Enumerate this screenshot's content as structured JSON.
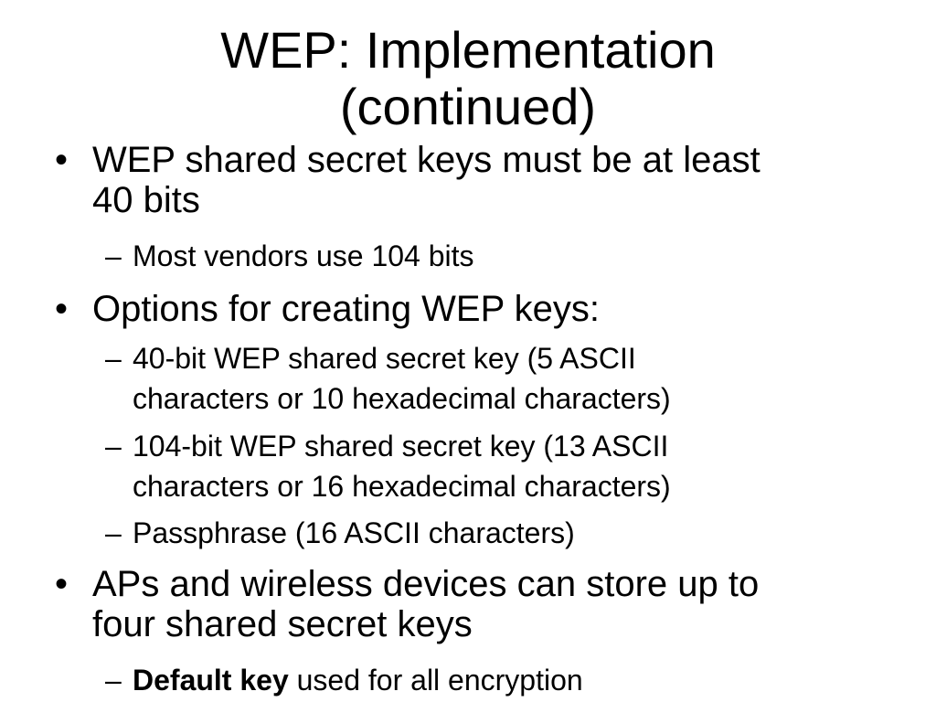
{
  "slide": {
    "title_line1": "WEP: Implementation",
    "title_line2": "(continued)",
    "bullets": [
      {
        "symbol": "•",
        "line1": "WEP shared secret keys must be at least",
        "line2": "40 bits",
        "subs": [
          {
            "symbol": "–",
            "line1": "Most vendors use 104 bits"
          }
        ]
      },
      {
        "symbol": "•",
        "line1": "Options for creating WEP keys:",
        "subs": [
          {
            "symbol": "–",
            "line1": "40-bit WEP shared secret key (5 ASCII",
            "line2": "characters or 10 hexadecimal characters)"
          },
          {
            "symbol": "–",
            "line1": "104-bit WEP shared secret key (13 ASCII",
            "line2": "characters or 16 hexadecimal characters)"
          },
          {
            "symbol": "–",
            "line1": "Passphrase (16 ASCII characters)"
          }
        ]
      },
      {
        "symbol": "•",
        "line1": "APs and wireless devices can store up to",
        "line2": "four shared secret keys",
        "subs": [
          {
            "symbol": "–",
            "bold": "Default key",
            "rest": " used for all encryption"
          }
        ]
      }
    ]
  }
}
